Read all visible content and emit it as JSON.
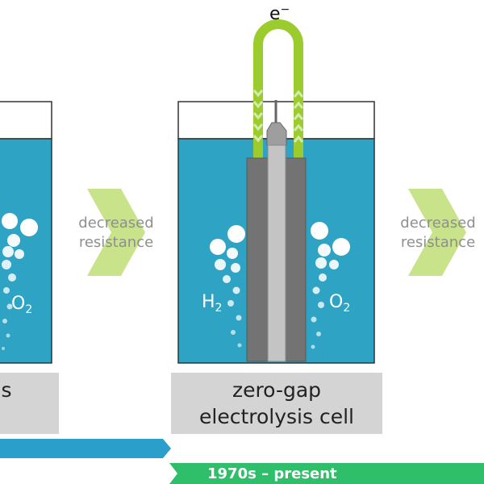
{
  "electron_label": "e",
  "electron_sup": "−",
  "left_cell": {
    "caption": "s",
    "gas_right": "O",
    "gas_right_sub": "2"
  },
  "right_cell": {
    "caption_line1": "zero-gap",
    "caption_line2": "electrolysis cell",
    "gas_left": "H",
    "gas_left_sub": "2",
    "gas_right": "O",
    "gas_right_sub": "2"
  },
  "transitions": [
    {
      "line1": "decreased",
      "line2": "resistance"
    },
    {
      "line1": "decreased",
      "line2": "resistance"
    }
  ],
  "timeline": {
    "current_label": "1970s – present"
  },
  "colors": {
    "electrolyte": "#2ea3c3",
    "wire": "#9ccb2e",
    "chevron": "#c8e38a",
    "electrode": "#737373",
    "membrane": "#bdbdbd",
    "caption_box": "#d4d4d4",
    "timeline_blue": "#2a9fcc",
    "timeline_green": "#2fbf6a"
  }
}
